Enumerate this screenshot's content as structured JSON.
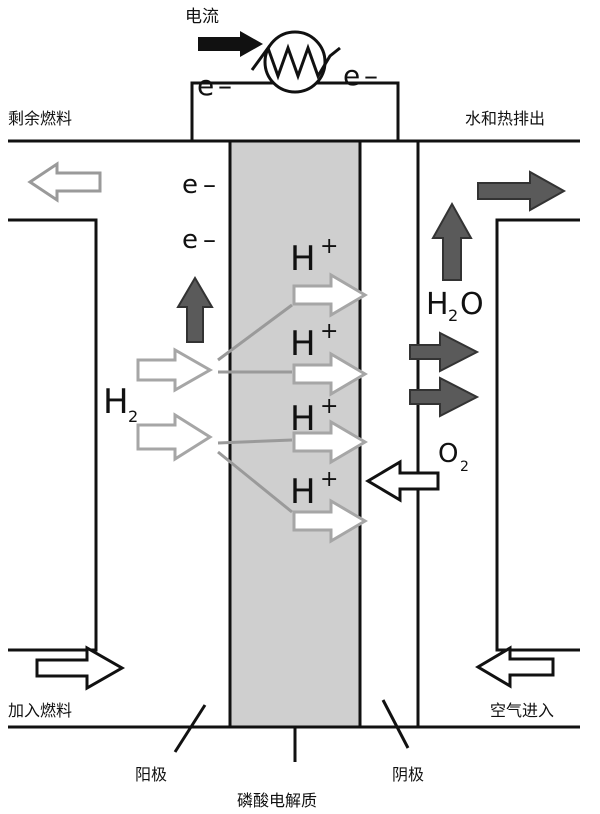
{
  "labels": {
    "current": "电流",
    "leftover_fuel": "剩余燃料",
    "water_heat_out": "水和热排出",
    "add_fuel": "加入燃料",
    "air_in": "空气进入",
    "anode": "阳极",
    "cathode": "阴极",
    "electrolyte": "磷酸电解质"
  },
  "species": {
    "electron": "e",
    "electron_charge": "–",
    "proton": "H",
    "proton_charge": "+",
    "hydrogen": "H",
    "hydrogen_sub": "2",
    "water_h": "H",
    "water_sub": "2",
    "water_o": "O",
    "oxygen": "O",
    "oxygen_sub": "2"
  },
  "colors": {
    "line": "#111111",
    "electrolyte_fill": "#cfcfcf",
    "arrow_dark": "#5a5a5a",
    "arrow_light": "#a6a6a6",
    "arrow_white": "#ffffff"
  }
}
